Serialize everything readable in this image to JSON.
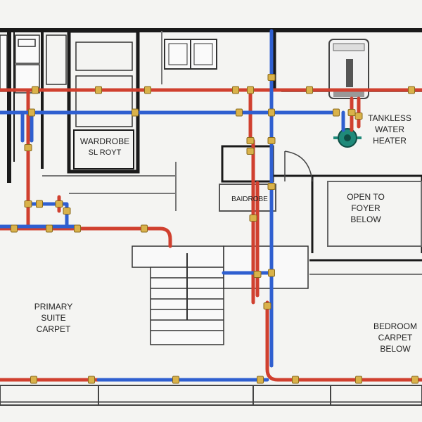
{
  "labels": {
    "wardrobe": {
      "line1": "WARDROBE",
      "line2": "SL ROYT"
    },
    "tankless": {
      "line1": "TANKLESS",
      "line2": "WATER",
      "line3": "HEATER"
    },
    "bathroom": "BAIDROBE",
    "open_to_foyer": {
      "line1": "OPEN TO",
      "line2": "FOYER",
      "line3": "BELOW"
    },
    "primary_suite": {
      "line1": "PRIMARY",
      "line2": "SUITE",
      "line3": "CARPET"
    },
    "bedroom": {
      "line1": "BEDROOM",
      "line2": "CARPET",
      "line3": "BELOW"
    }
  },
  "colors": {
    "hot_pipe": "#d0402f",
    "cold_pipe": "#2f5fd0",
    "fitting": "#d9b24a",
    "wall": "#1a1a1a",
    "floor": "#f4f4f2",
    "pump": "#1f8a7a"
  }
}
